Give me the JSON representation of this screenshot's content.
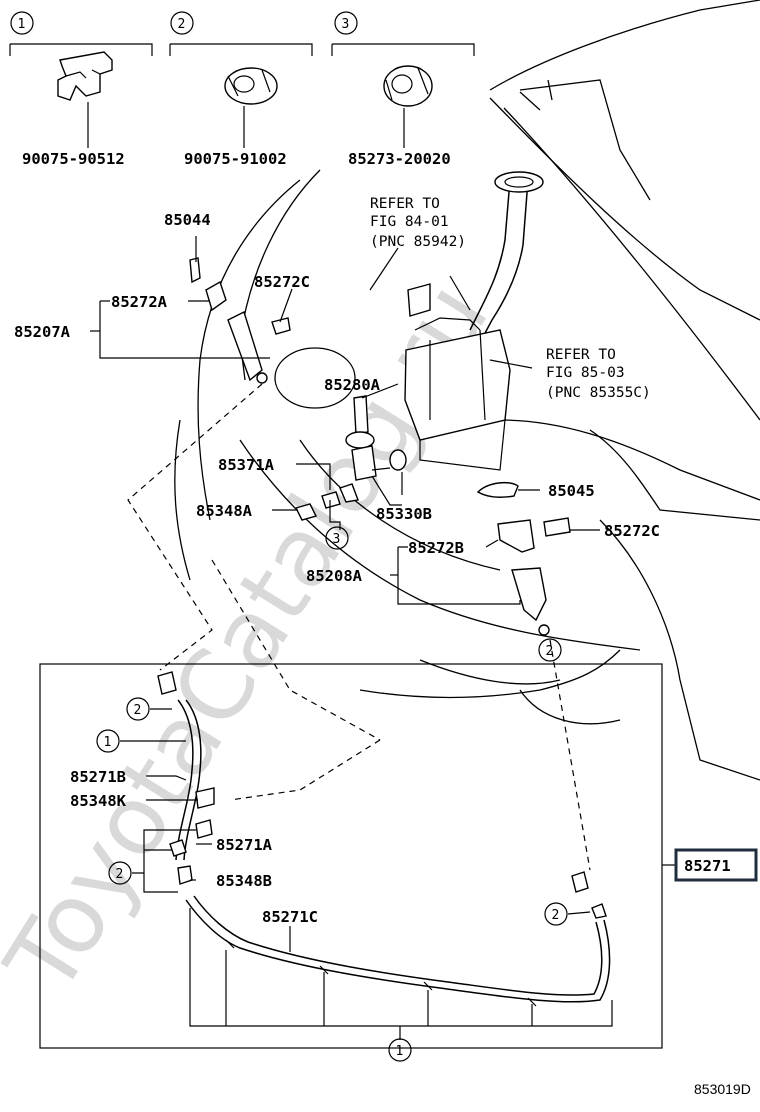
{
  "watermark": "ToyotaCatalog.ru",
  "figure_code": "853019D",
  "clips": [
    {
      "index": "1",
      "part_no": "90075-90512"
    },
    {
      "index": "2",
      "part_no": "90075-91002"
    },
    {
      "index": "3",
      "part_no": "85273-20020"
    }
  ],
  "labels": {
    "l85044": "85044",
    "l85272C_top": "85272C",
    "l85272A": "85272A",
    "l85207A": "85207A",
    "l85280A": "85280A",
    "l85371A": "85371A",
    "l85348A": "85348A",
    "l85330B": "85330B",
    "l85045": "85045",
    "l85272C_right": "85272C",
    "l85272B": "85272B",
    "l85208A": "85208A",
    "l85271B": "85271B",
    "l85348K": "85348K",
    "l85271A": "85271A",
    "l85348B": "85348B",
    "l85271C": "85271C",
    "l85271": "85271"
  },
  "refer_notes": [
    {
      "line1": "REFER TO",
      "line2": "FIG 84-01",
      "line3": "(PNC 85942)"
    },
    {
      "line1": "REFER TO",
      "line2": "FIG 85-03",
      "line3": "(PNC 85355C)"
    }
  ],
  "callouts": {
    "c3_mid": "3",
    "c2_inset_top": "2",
    "c1_inset": "1",
    "c2_inset_left": "2",
    "c2_inset_right": "2",
    "c2_top_right": "2",
    "c1_bottom": "1"
  }
}
